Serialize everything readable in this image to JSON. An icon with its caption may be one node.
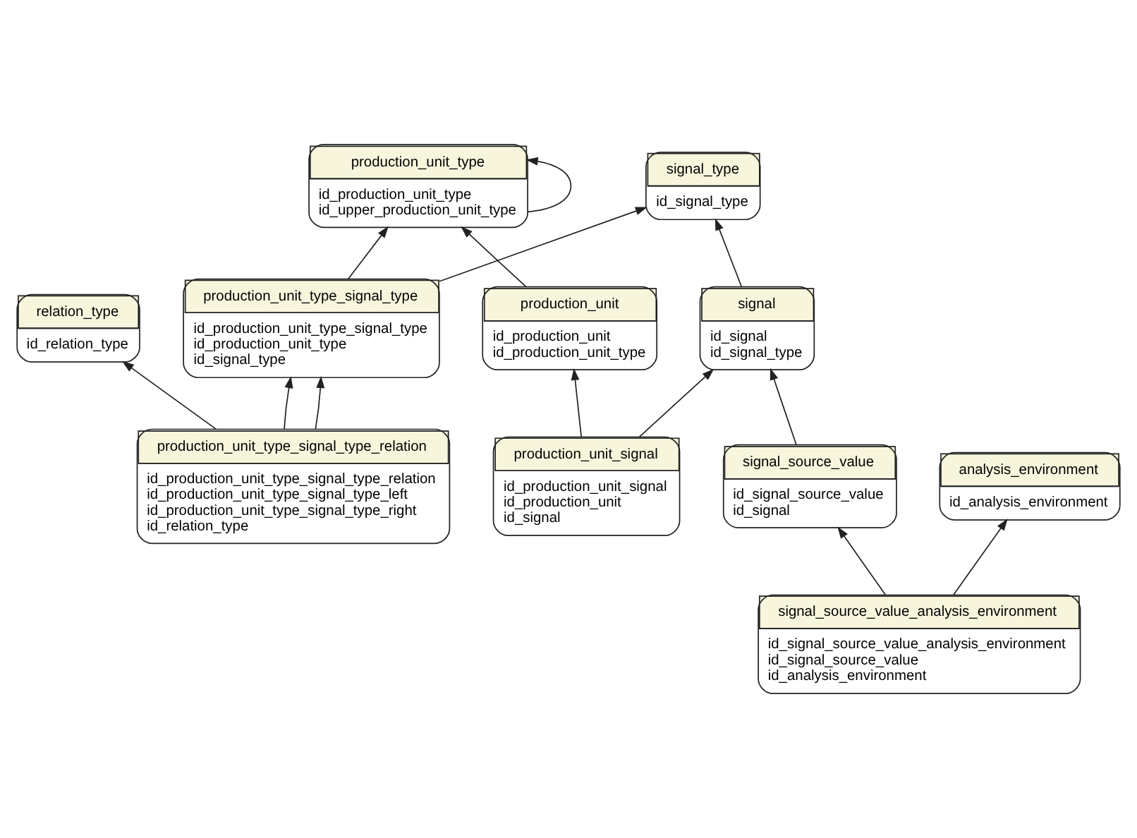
{
  "diagram": {
    "nodes": [
      {
        "text": [
          "production_unit_type",
          "id_production_unit_type",
          "id_upper_production_unit_type"
        ]
      },
      {
        "text": [
          "production_unit_type_signal_type",
          "id_production_unit_type_signal_type",
          "id_production_unit_type",
          "id_signal_type"
        ]
      },
      {
        "text": [
          "relation_type",
          "id_relation_type"
        ]
      },
      {
        "text": [
          "production_unit",
          "id_production_unit",
          "id_production_unit_type"
        ]
      },
      {
        "text": [
          "production_unit_type_signal_type_relation",
          "id_production_unit_type_signal_type_relation",
          "id_production_unit_type_signal_type_left",
          "id_production_unit_type_signal_type_right",
          "id_relation_type"
        ]
      },
      {
        "text": [
          "signal_type",
          "id_signal_type"
        ]
      },
      {
        "text": [
          "production_unit_signal",
          "id_production_unit_signal",
          "id_production_unit",
          "id_signal"
        ]
      },
      {
        "text": [
          "signal",
          "id_signal",
          "id_signal_type"
        ]
      },
      {
        "text": [
          "analysis_environment",
          "id_analysis_environment"
        ]
      },
      {
        "text": [
          "signal_source_value_analysis_environment",
          "id_signal_source_value_analysis_environment",
          "id_signal_source_value",
          "id_analysis_environment"
        ]
      },
      {
        "text": [
          "signal_source_value",
          "id_signal_source_value",
          "id_signal"
        ]
      }
    ],
    "edges": [
      {
        "from": 1,
        "to": 0,
        "arrow": "to"
      },
      {
        "from": 0,
        "to": 0,
        "arrow": "to"
      },
      {
        "from": 3,
        "to": 0,
        "arrow": "to"
      },
      {
        "from": 4,
        "to": 2,
        "arrow": "to"
      },
      {
        "from": 4,
        "to": 1,
        "arrow": "to"
      },
      {
        "from": 4,
        "to": 1,
        "arrow": "to"
      },
      {
        "from": 1,
        "to": 5,
        "arrow": "to"
      },
      {
        "from": 6,
        "to": 3,
        "arrow": "to"
      },
      {
        "from": 6,
        "to": 7,
        "arrow": "to"
      },
      {
        "from": 7,
        "to": 5,
        "arrow": "to"
      },
      {
        "from": 10,
        "to": 7,
        "arrow": "to"
      },
      {
        "from": 9,
        "to": 8,
        "arrow": "to"
      },
      {
        "from": 9,
        "to": 10,
        "arrow": "to"
      }
    ]
  }
}
